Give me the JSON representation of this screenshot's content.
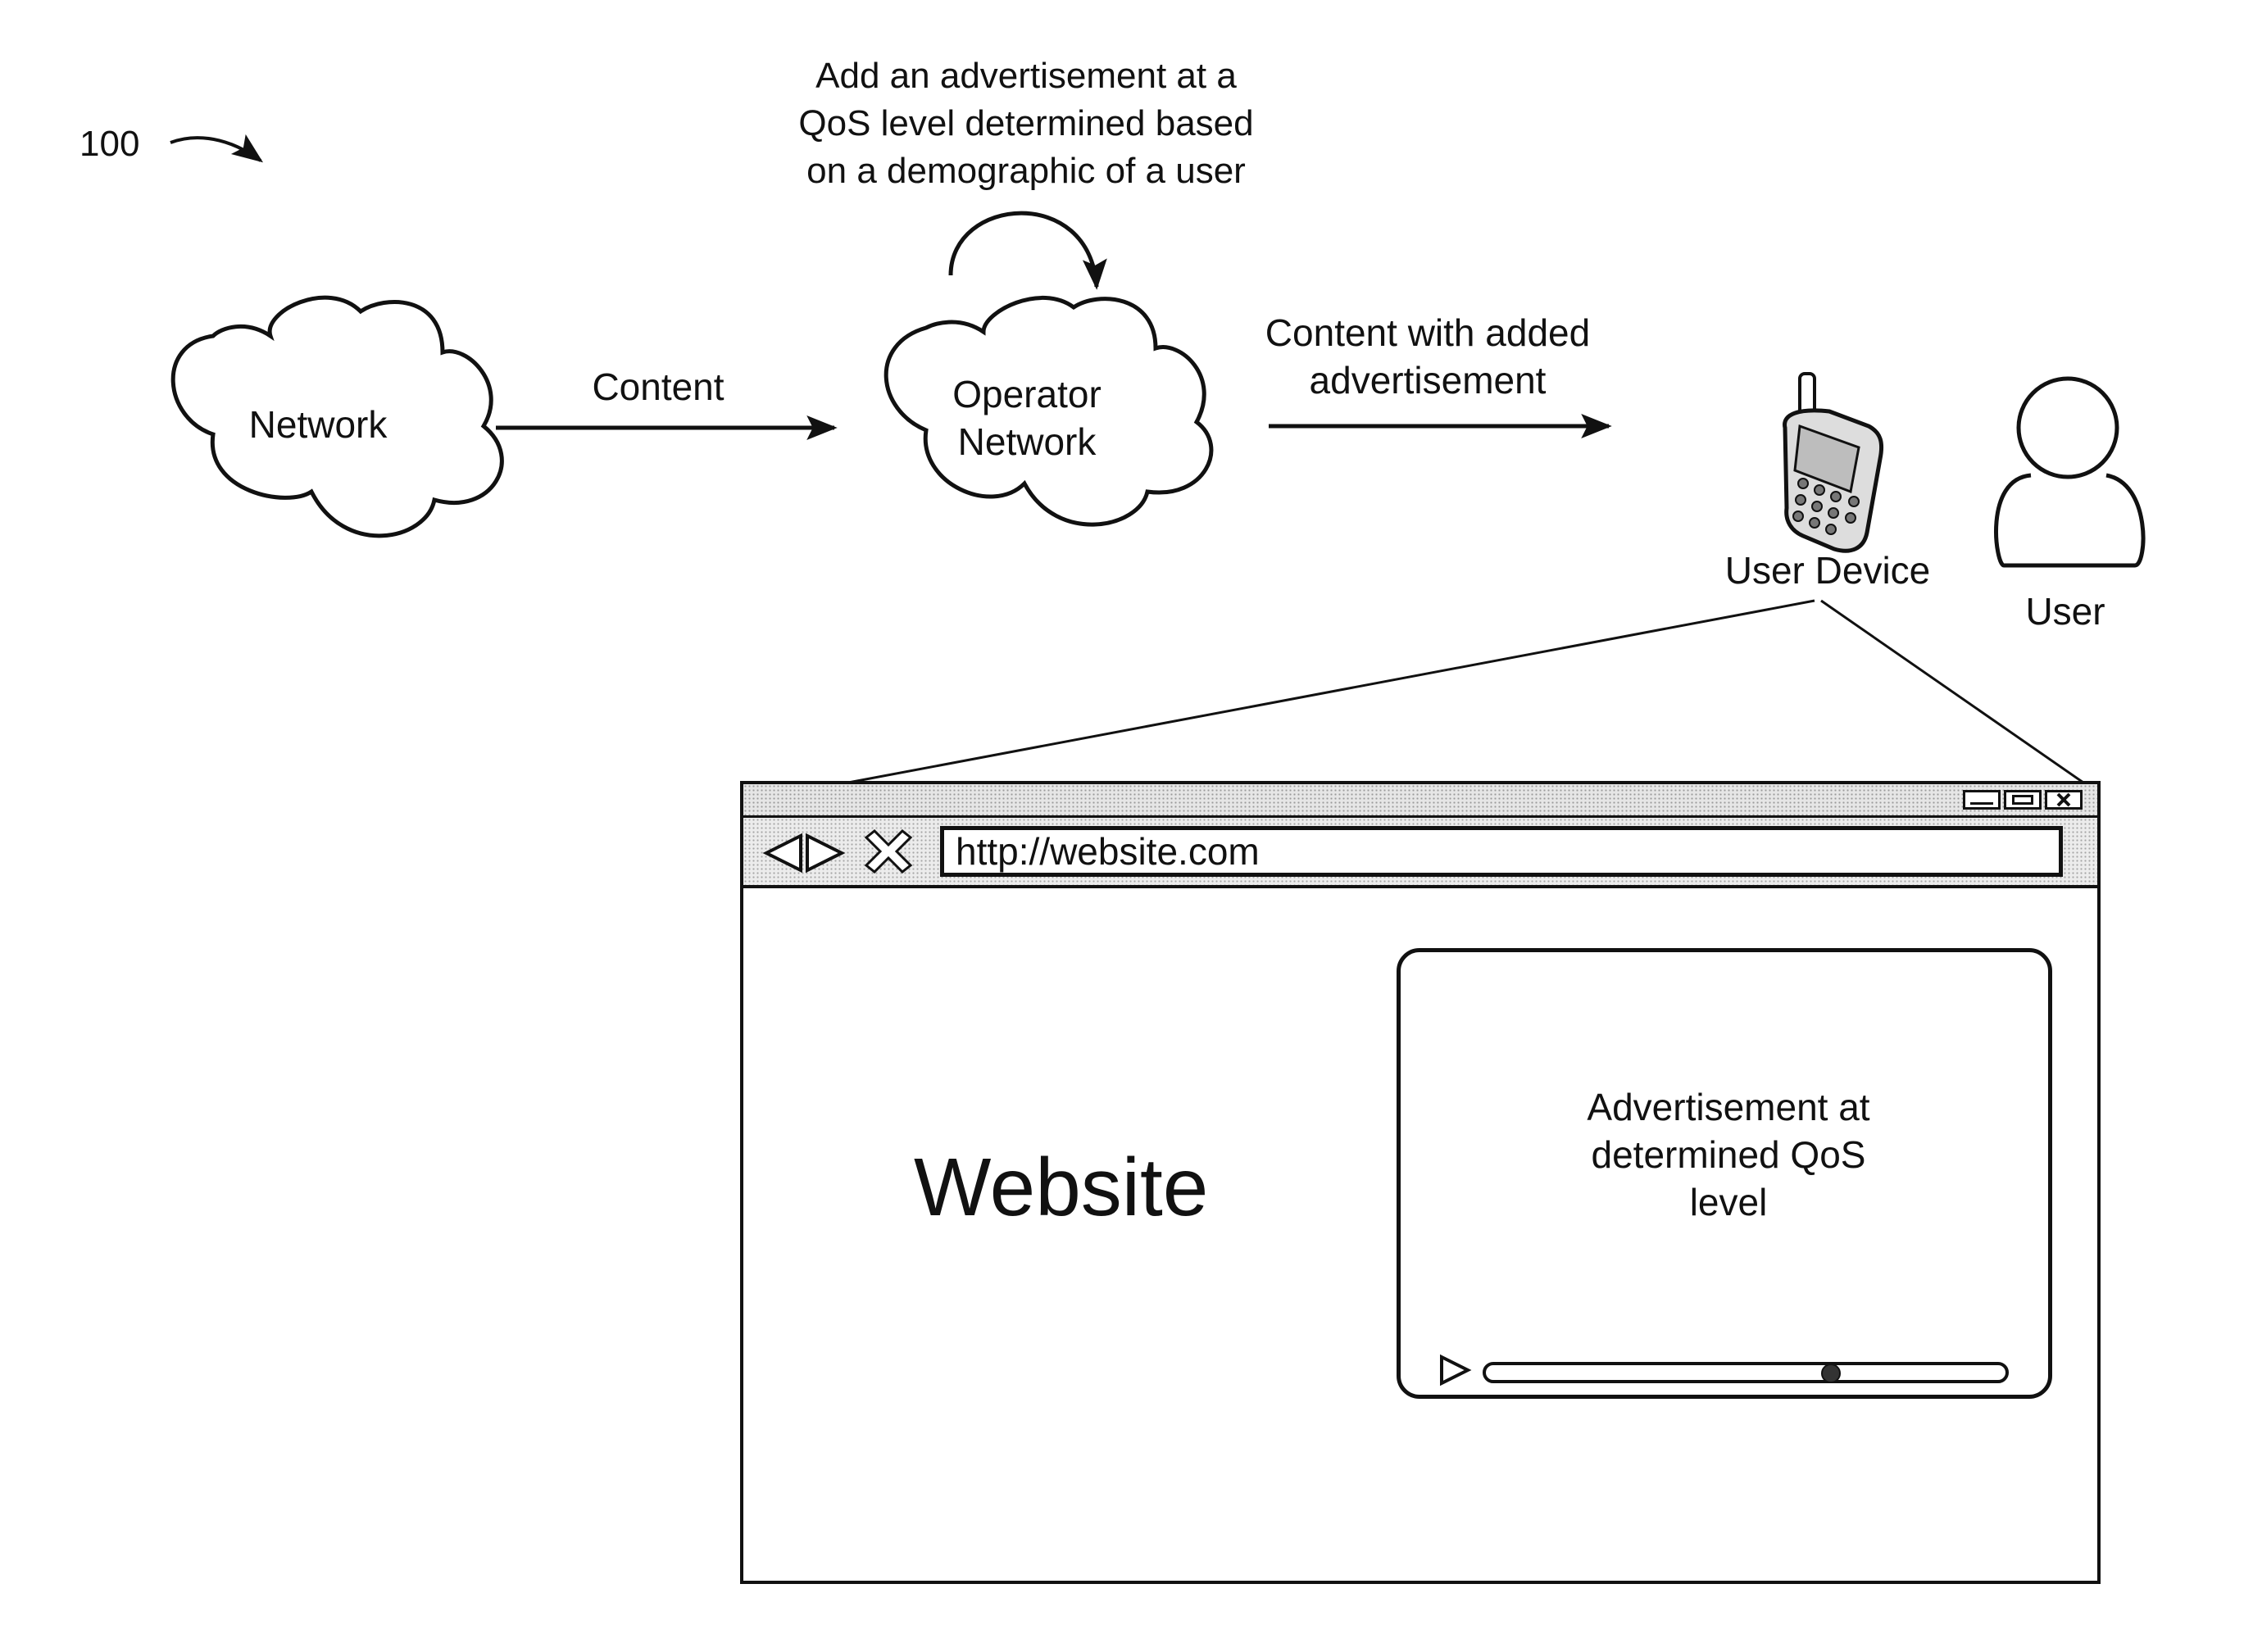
{
  "figure_ref": "100",
  "nodes": {
    "network": "Network",
    "operator_network": [
      "Operator",
      "Network"
    ],
    "user_device": "User Device",
    "user": "User"
  },
  "edges": {
    "content": "Content",
    "content_with_ad": [
      "Content with added",
      "advertisement"
    ],
    "self_loop": [
      "Add an advertisement at a",
      "QoS level determined based",
      "on a demographic of a user"
    ]
  },
  "browser": {
    "url": "http://website.com",
    "page_title": "Website",
    "ad_text": [
      "Advertisement at",
      "determined QoS",
      "level"
    ],
    "ad_progress": 0.67
  },
  "icons": {
    "back": "back-arrow-icon",
    "forward": "forward-arrow-icon",
    "stop": "stop-x-icon",
    "minimize": "minimize-icon",
    "maximize": "maximize-icon",
    "close": "close-icon",
    "play": "play-icon",
    "phone": "mobile-phone-icon",
    "user": "user-person-icon"
  }
}
